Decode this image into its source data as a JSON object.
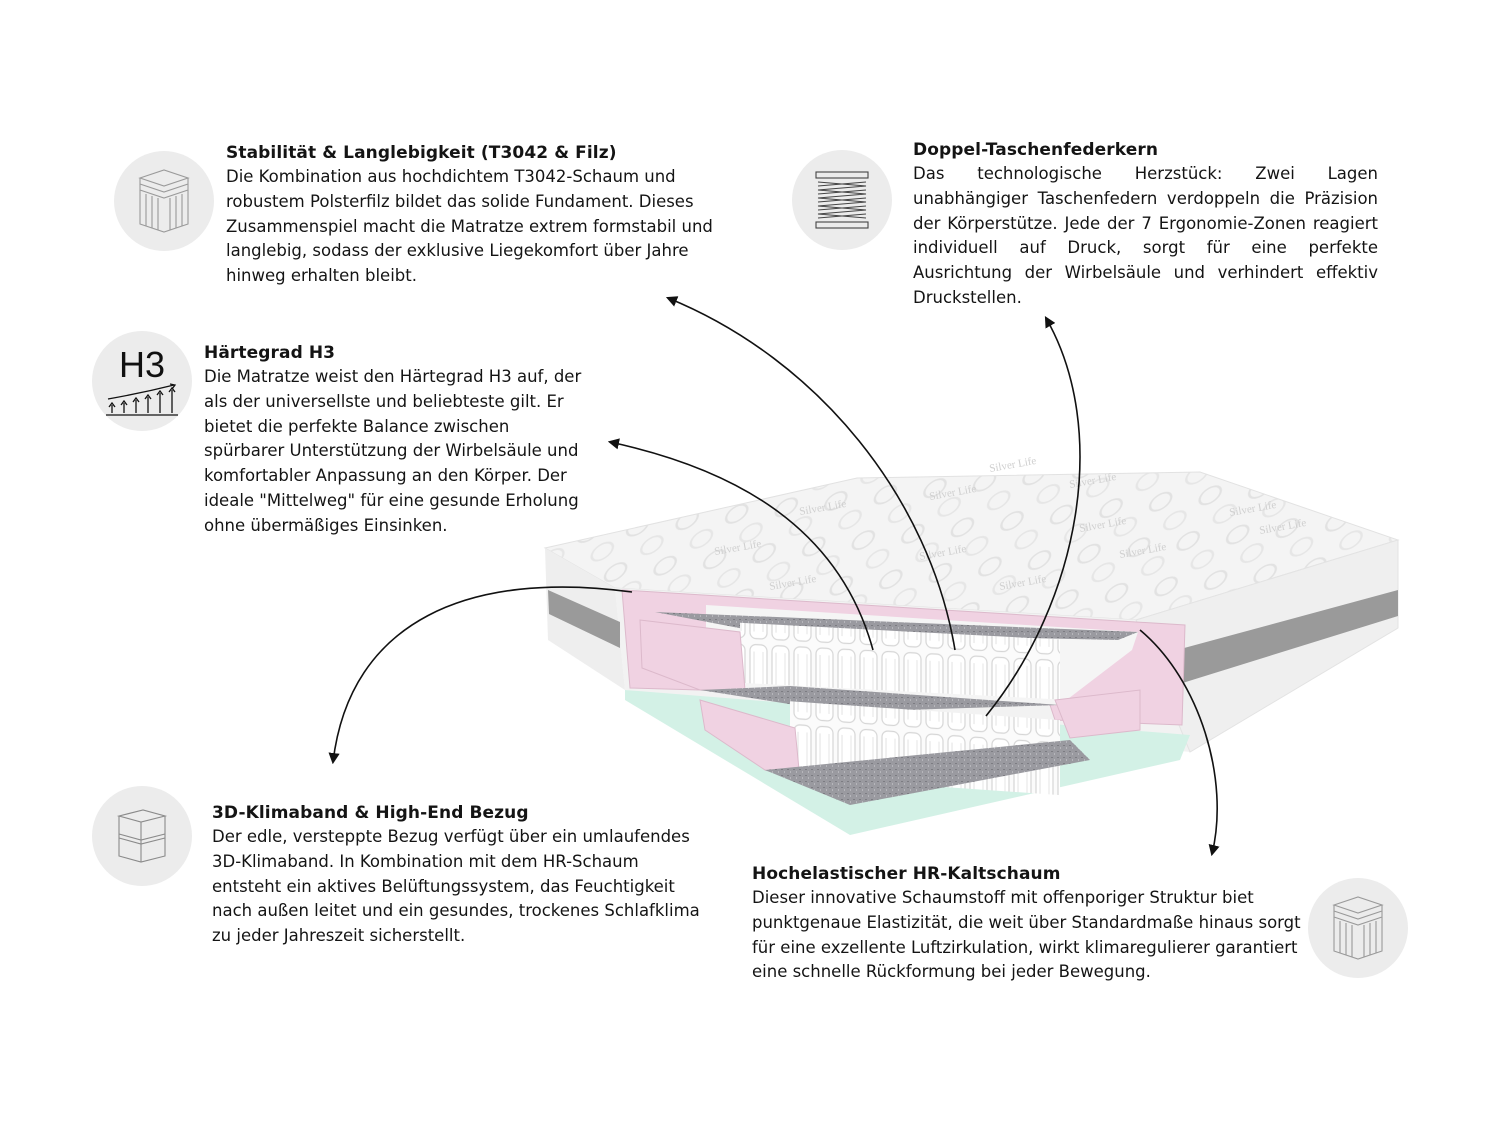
{
  "features": {
    "stabilitaet": {
      "title": "Stabilität & Langlebigkeit (T3042 & Filz)",
      "text": "Die Kombination aus hochdichtem T3042-Schaum und robustem Polsterfilz bildet das solide Fundament. Dieses Zusammenspiel macht die Matratze extrem formstabil und langlebig, sodass der exklusive Liegekomfort über Jahre hinweg erhalten bleibt.",
      "icon": "foam-layers-icon"
    },
    "haertegrad": {
      "title": "Härtegrad H3",
      "text": "Die Matratze weist den Härtegrad H3 auf, der als der universellste und beliebteste gilt. Er bietet die perfekte Balance zwischen spürbarer Unterstützung der Wirbelsäule und komfortabler Anpassung an den Körper. Der ideale \"Mittelweg\" für eine gesunde Erholung ohne übermäßiges Einsinken.",
      "icon": "firmness-h3-icon",
      "icon_label": "H3"
    },
    "doppel": {
      "title": "Doppel-Taschenfederkern",
      "text": "Das technologische Herzstück: Zwei Lagen unabhängiger Taschenfedern verdoppeln die Präzision der Körperstütze. Jede der 7 Ergonomie-Zonen reagiert individuell auf Druck, sorgt für eine perfekte Ausrichtung der Wirbelsäule und verhindert effektiv Druckstellen.",
      "icon": "spring-coil-icon"
    },
    "klimaband": {
      "title": "3D-Klimaband & High-End Bezug",
      "text": "Der edle, versteppte Bezug verfügt über ein umlaufendes 3D-Klimaband. In Kombination mit dem HR-Schaum entsteht ein aktives Belüftungssystem, das Feuchtigkeit nach außen leitet und ein gesundes, trockenes Schlafklima zu jeder Jahreszeit sicherstellt.",
      "icon": "cover-band-icon"
    },
    "kaltschaum": {
      "title": "Hochelastischer HR-Kaltschaum",
      "text": "Dieser innovative Schaumstoff mit offenporiger Struktur biet punktgenaue Elastizität, die weit über Standardmaße hinaus sorgt für eine exzellente Luftzirkulation, wirkt klimaregulierer garantiert eine schnelle Rückformung bei jeder Bewegung.",
      "icon": "foam-layers-icon"
    }
  },
  "mattress": {
    "brand_label": "Silver Life",
    "colors": {
      "foam_pink": "#f0d2e2",
      "felt_gray": "#8f8f94",
      "band_gray": "#9a9a9a",
      "base_mint": "#d3f1e6",
      "cover_white": "#f5f5f5"
    }
  }
}
